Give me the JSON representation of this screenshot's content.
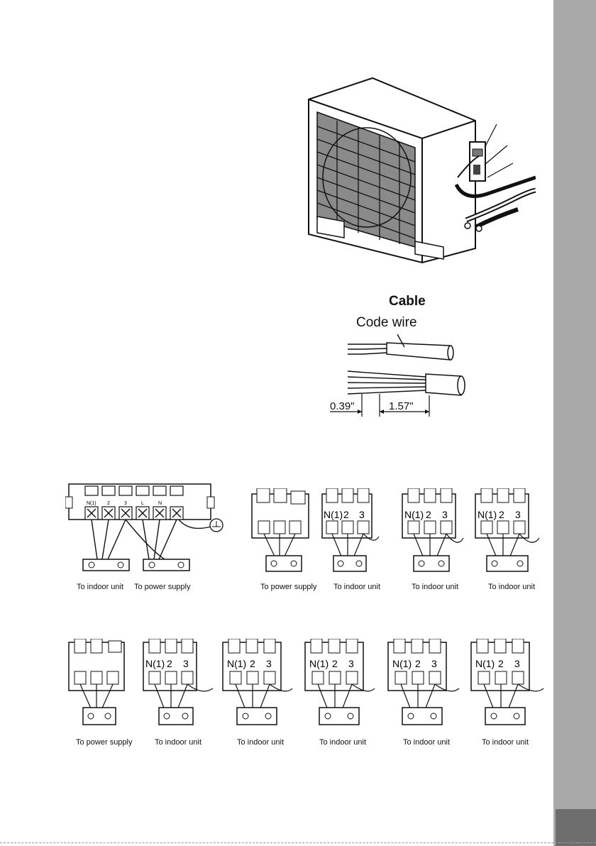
{
  "cable_diagram": {
    "title": "Cable",
    "wire_label": "Code wire",
    "dim_strip": "0.39\"",
    "dim_length": "1.57\""
  },
  "terminal_labels": {
    "n1": "N(1)",
    "t2": "2",
    "t3": "3",
    "l": "L",
    "n": "N"
  },
  "row1": {
    "first_block": [
      "To indoor unit",
      "To power supply"
    ],
    "captions": [
      "To power supply",
      "To indoor unit",
      "To indoor unit",
      "To indoor unit"
    ]
  },
  "row2": {
    "captions": [
      "To power supply",
      "To indoor unit",
      "To indoor unit",
      "To indoor unit",
      "To indoor unit",
      "To indoor unit"
    ]
  }
}
